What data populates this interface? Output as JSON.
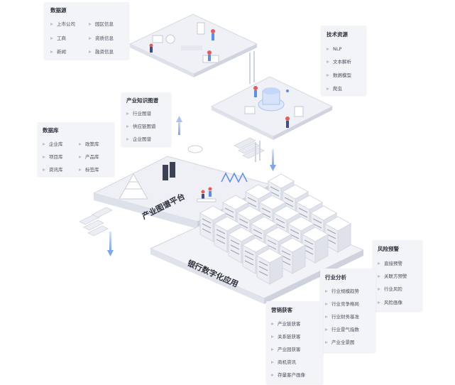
{
  "data_source": {
    "title": "数据源",
    "items": [
      "上市公司",
      "园区信息",
      "工商",
      "资质信息",
      "新闻",
      "融资信息"
    ]
  },
  "tech_resources": {
    "title": "技术资源",
    "items": [
      "NLP",
      "文本解析",
      "数据模型",
      "爬虫"
    ]
  },
  "knowledge_graph": {
    "title": "产业知识图谱",
    "items": [
      "行业图谱",
      "供应链图谱",
      "企业图谱"
    ]
  },
  "database": {
    "title": "数据库",
    "items": [
      "企业库",
      "政策库",
      "项目库",
      "产品库",
      "资讯库",
      "标签库"
    ]
  },
  "platform_label": "产业图谱平台",
  "bank_label": "银行数字化应用",
  "risk_warning": {
    "title": "风险预警",
    "items": [
      "直接预警",
      "关联方预警",
      "行业风险",
      "风险画像"
    ]
  },
  "industry_analysis": {
    "title": "行业分析",
    "items": [
      "行业规模趋势",
      "行业竞争格局",
      "行业财务基准",
      "行业景气指数",
      "产业全景图"
    ]
  },
  "marketing": {
    "title": "营销获客",
    "items": [
      "产业链获客",
      "关系链获客",
      "产业园获客",
      "商机资讯",
      "存量客户画像"
    ]
  },
  "colors": {
    "platform_fill": "#eef0f6",
    "platform_edge": "#cfd4df",
    "server": "#e8eaf0",
    "accent": "#5b8def",
    "card_bg": "#f3f4f7"
  }
}
